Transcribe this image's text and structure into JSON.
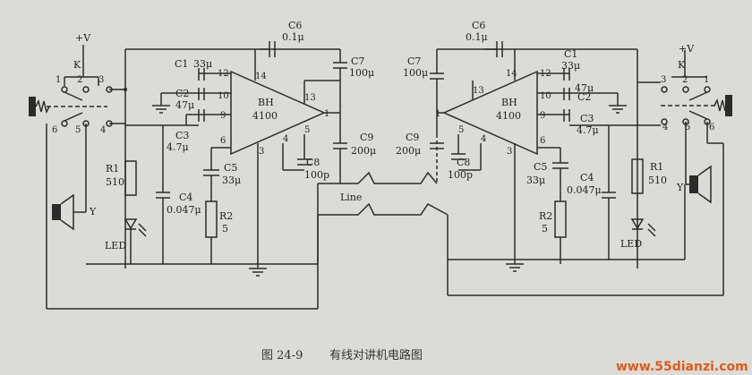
{
  "caption": {
    "figure": "图 24-9",
    "title": "有线对讲机电路图"
  },
  "watermark": "www.55dianzi.com",
  "left": {
    "supply": "+V",
    "switch": "K",
    "ic_name": "BH",
    "ic_part": "4100",
    "pins": {
      "p12": "12",
      "p14": "14",
      "p10": "10",
      "p9": "9",
      "p6": "6",
      "p3": "3",
      "p13": "13",
      "p1": "1",
      "p4": "4",
      "p5": "5"
    },
    "switch_pins": {
      "s1": "1",
      "s2": "2",
      "s3": "3",
      "s4": "4",
      "s5": "5",
      "s6": "6"
    },
    "c1": {
      "name": "C1",
      "value": "33μ"
    },
    "c2": {
      "name": "C2",
      "value": "47μ"
    },
    "c3": {
      "name": "C3",
      "value": "4.7μ"
    },
    "c4": {
      "name": "C4",
      "value": "0.047μ"
    },
    "c5": {
      "name": "C5",
      "value": "33μ"
    },
    "c6": {
      "name": "C6",
      "value": "0.1μ"
    },
    "c7": {
      "name": "C7",
      "value": "100μ"
    },
    "c8": {
      "name": "C8",
      "value": "100p"
    },
    "c9": {
      "name": "C9",
      "value": "200μ"
    },
    "r1": {
      "name": "R1",
      "value": "510"
    },
    "r2": {
      "name": "R2",
      "value": "5"
    },
    "led": "LED",
    "speaker": "Y"
  },
  "right": {
    "supply": "+V",
    "switch": "K",
    "ic_name": "BH",
    "ic_part": "4100",
    "pins": {
      "p12": "12",
      "p14": "14",
      "p10": "10",
      "p9": "9",
      "p6": "6",
      "p3": "3",
      "p13": "13",
      "p1": "1",
      "p4": "4",
      "p5": "5"
    },
    "switch_pins": {
      "s1": "1",
      "s2": "2",
      "s3": "3",
      "s4": "4",
      "s5": "5",
      "s6": "6"
    },
    "c1": {
      "name": "C1",
      "value": "33μ"
    },
    "c2": {
      "name": "C2",
      "value": "47μ"
    },
    "c3": {
      "name": "C3",
      "value": "4.7μ"
    },
    "c4": {
      "name": "C4",
      "value": "0.047μ"
    },
    "c5": {
      "name": "C5",
      "value": "33μ"
    },
    "c6": {
      "name": "C6",
      "value": "0.1μ"
    },
    "c7": {
      "name": "C7",
      "value": "100μ"
    },
    "c8": {
      "name": "C8",
      "value": "100p"
    },
    "c9": {
      "name": "C9",
      "value": "200μ"
    },
    "r1": {
      "name": "R1",
      "value": "510"
    },
    "r2": {
      "name": "R2",
      "value": "5"
    },
    "led": "LED",
    "speaker": "Y"
  },
  "line_label": "Line"
}
